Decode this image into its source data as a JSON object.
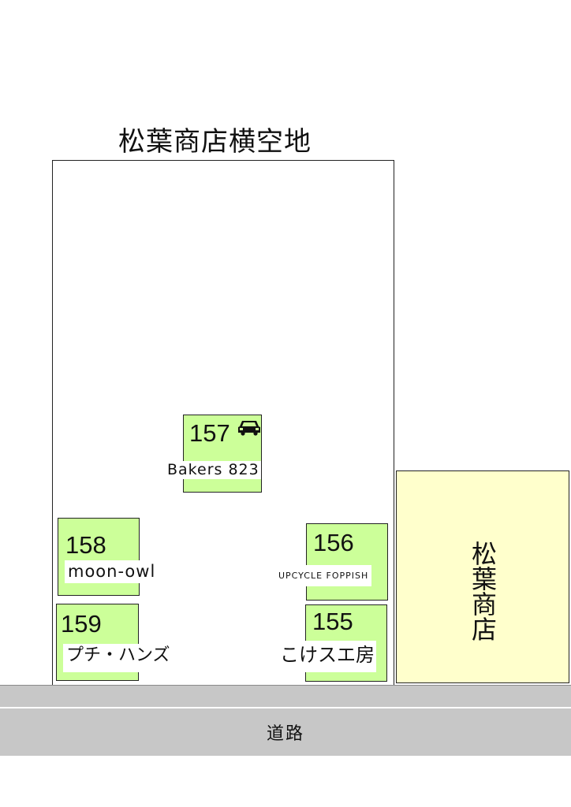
{
  "colors": {
    "stall_fill": "#ccff99",
    "shop_fill": "#ffffcc",
    "road_fill": "#c7c7c7",
    "outline": "#222222"
  },
  "lot": {
    "title": "松葉商店横空地"
  },
  "stalls": [
    {
      "number": "157",
      "name": "Bakers 823",
      "icon": "car-icon"
    },
    {
      "number": "158",
      "name": "moon-owl"
    },
    {
      "number": "159",
      "name": "プチ・ハンズ"
    },
    {
      "number": "156",
      "name": "UPCYCLE FOPPISH"
    },
    {
      "number": "155",
      "name": "こけスエ房"
    }
  ],
  "shop": {
    "name": "松葉商店"
  },
  "road": {
    "label": "道路"
  }
}
